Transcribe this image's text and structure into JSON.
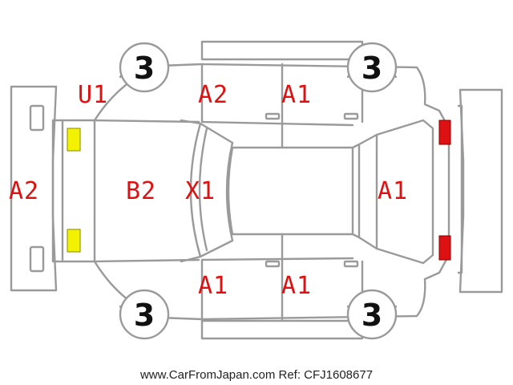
{
  "colors": {
    "outline": "#9a9a9a",
    "code_text": "#dd1111",
    "wheel_text": "#111111",
    "footer_text": "#222222",
    "front_lamp": "#f2f200",
    "rear_lamp": "#dd1111"
  },
  "damage_codes": {
    "u1": "U1",
    "a2_front_bumper": "A2",
    "a2_left_front_door": "A2",
    "a1_left_rear_door": "A1",
    "b2_hood": "B2",
    "x1_windshield": "X1",
    "a1_rear_panel": "A1",
    "a1_right_front_door": "A1",
    "a1_right_rear_door": "A1"
  },
  "wheel_counts": {
    "front_left": "3",
    "rear_left": "3",
    "front_right": "3",
    "rear_right": "3"
  },
  "lamps": {
    "front": "yellow",
    "rear": "red"
  },
  "footer": "www.CarFromJapan.com Ref: CFJ1608677"
}
